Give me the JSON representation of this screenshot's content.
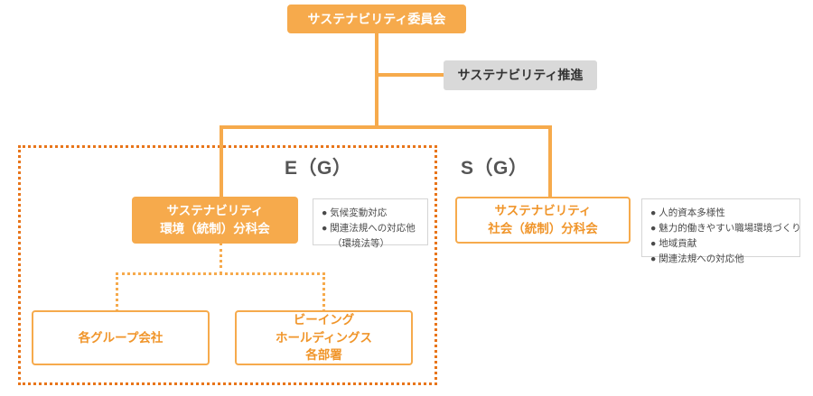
{
  "diagram": {
    "title": "サステナビリティ推進体制図",
    "colors": {
      "orange_fill": "#f6aa4c",
      "orange_text": "#f0952a",
      "dotted_region": "#e8751a",
      "gray_fill": "#d9d9d9",
      "label_text": "#555555",
      "bullet_text": "#4a4a4a"
    },
    "nodes": {
      "committee": {
        "label": "サステナビリティ委員会"
      },
      "promotion": {
        "label": "サステナビリティ推進"
      },
      "env_subcommittee": {
        "line1": "サステナビリティ",
        "line2": "環境（統制）分科会"
      },
      "soc_subcommittee": {
        "line1": "サステナビリティ",
        "line2": "社会（統制）分科会"
      },
      "group_companies": {
        "label": "各グループ会社"
      },
      "bh_departments": {
        "line1": "ビーイング",
        "line2": "ホールディングス",
        "line3": "各部署"
      }
    },
    "categories": {
      "environment": {
        "label": "E（G）"
      },
      "social": {
        "label": "S（G）"
      }
    },
    "bullets": {
      "environment": {
        "items": [
          "● 気候変動対応",
          "● 関連法規への対応他"
        ],
        "note": "（環境法等）"
      },
      "social": {
        "items": [
          "● 人的資本多様性",
          "● 魅力的働きやすい職場環境づくり",
          "● 地域貢献",
          "● 関連法規への対応他"
        ]
      }
    }
  }
}
